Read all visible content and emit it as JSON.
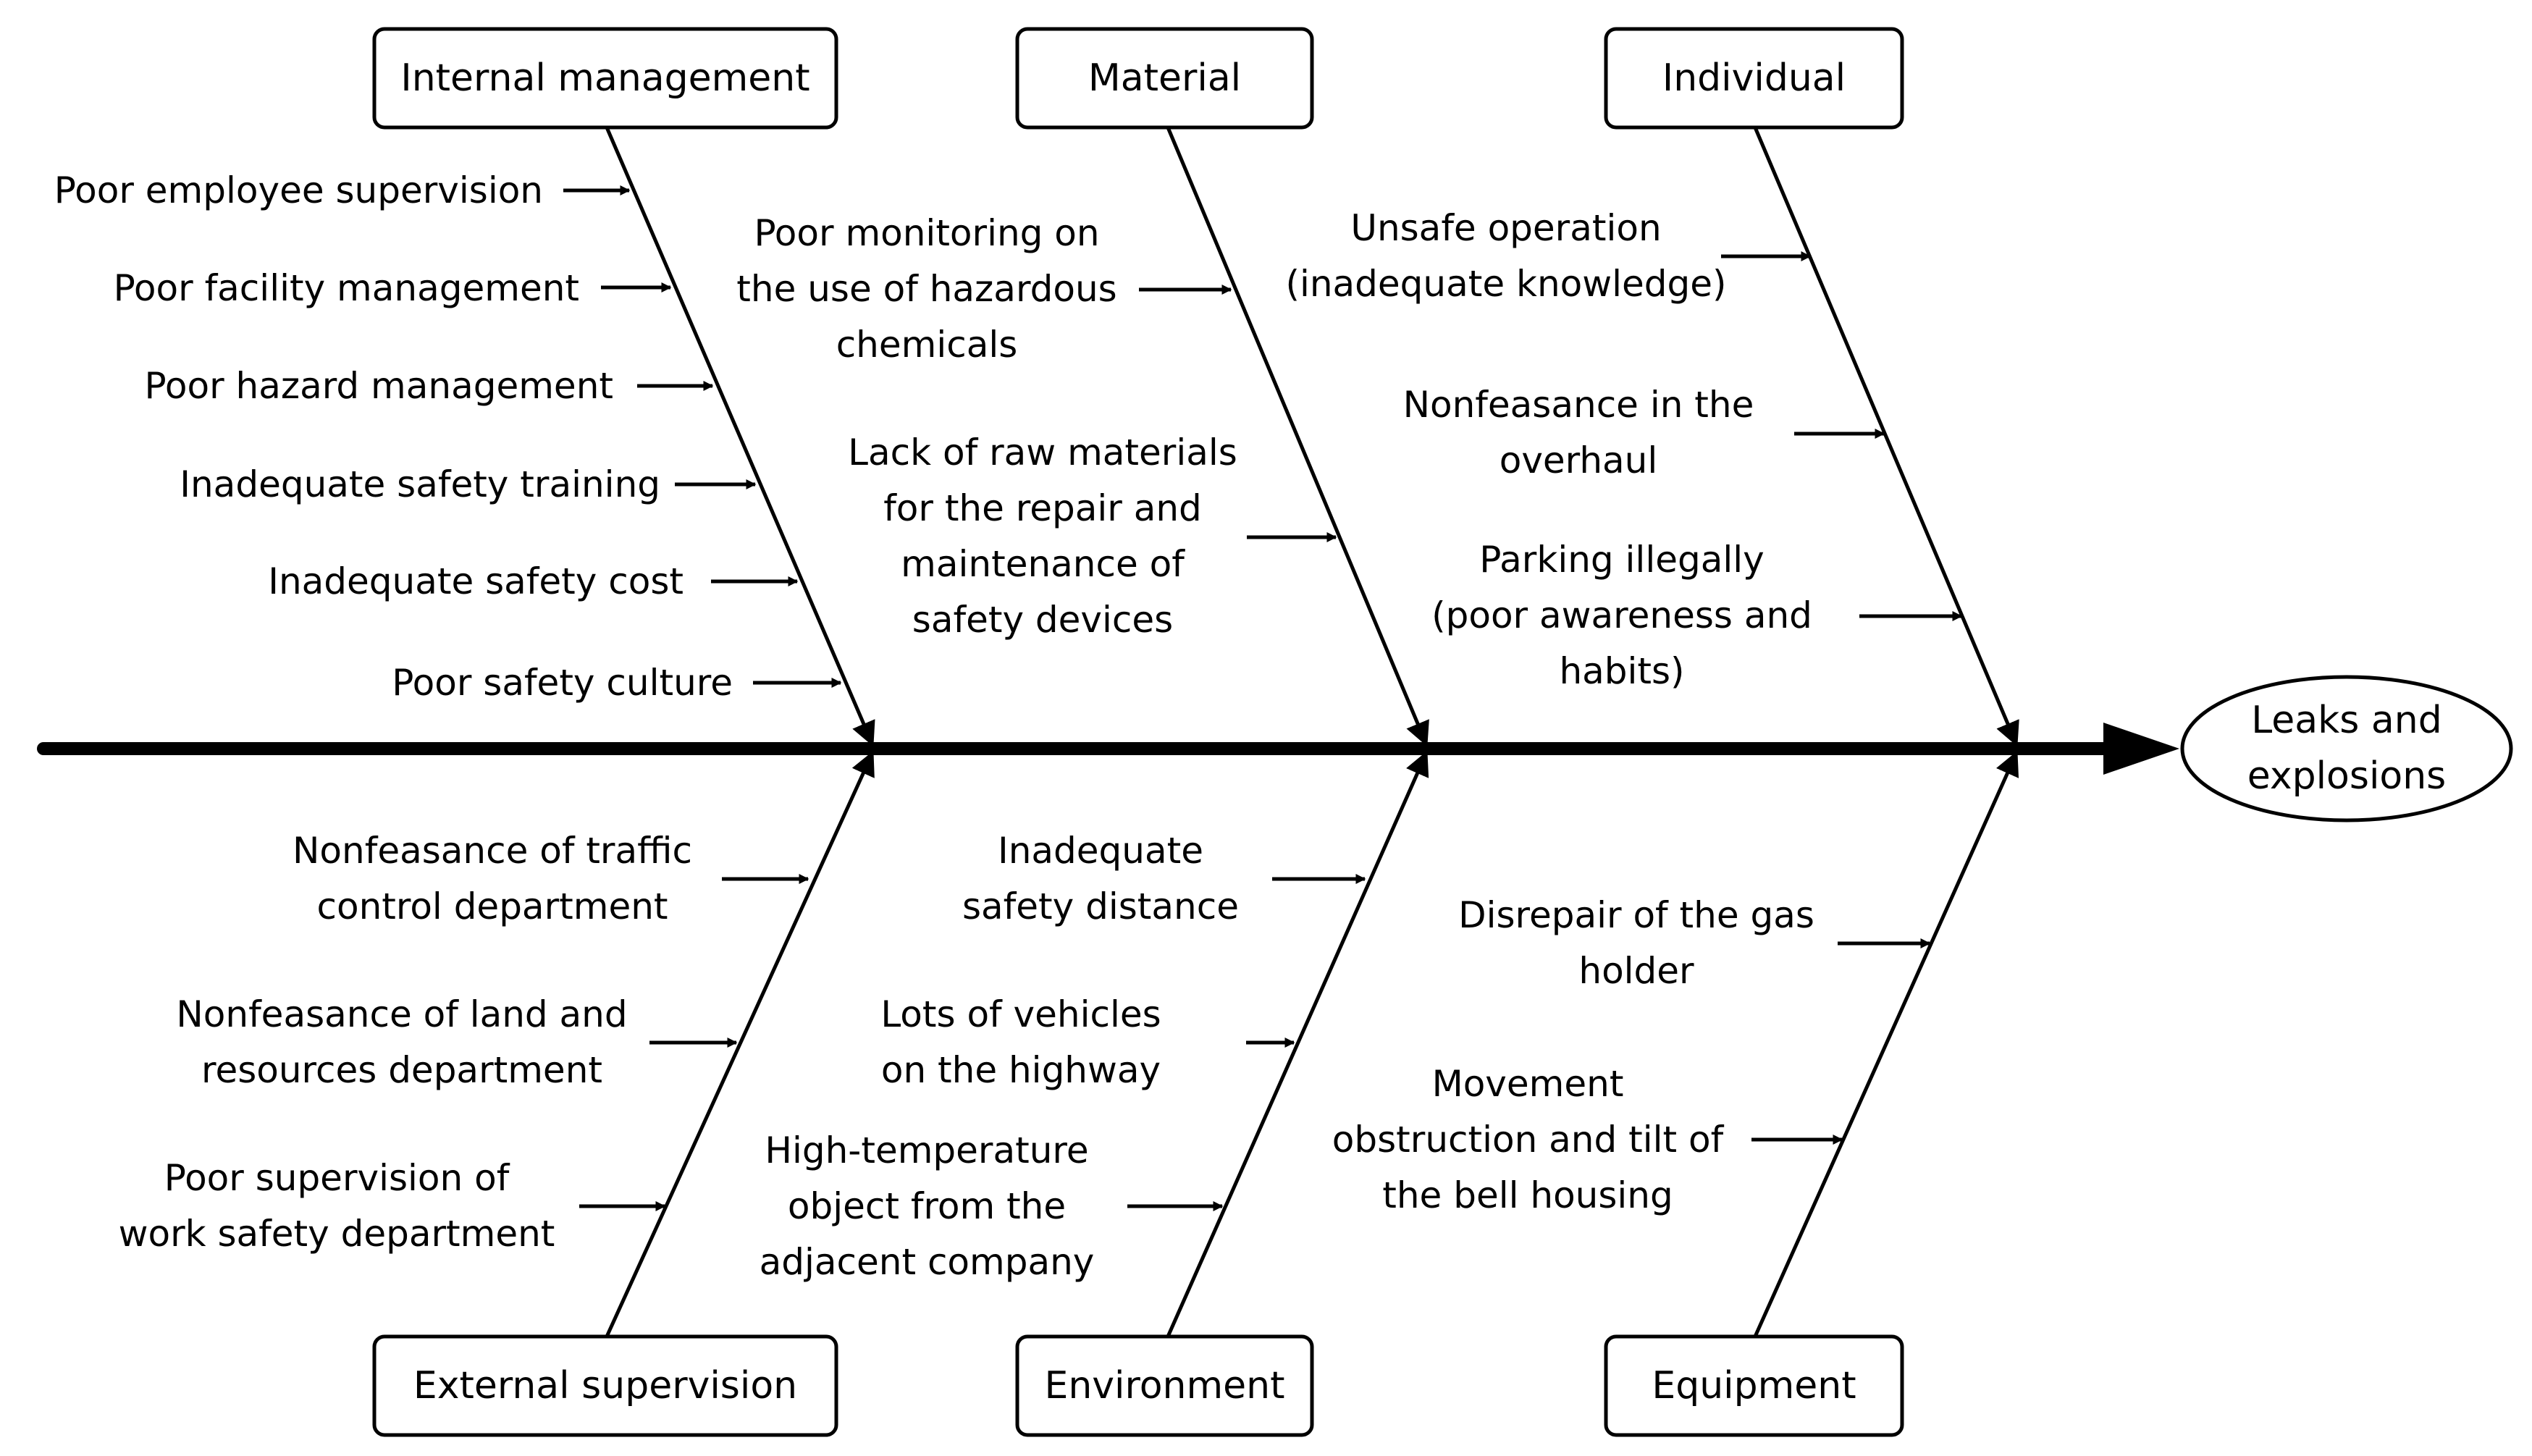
{
  "effect": {
    "line1": "Leaks and",
    "line2": "explosions"
  },
  "categories": {
    "internal_management": "Internal management",
    "material": "Material",
    "individual": "Individual",
    "external_supervision": "External supervision",
    "environment": "Environment",
    "equipment": "Equipment"
  },
  "causes": {
    "internal_management": [
      "Poor employee supervision",
      "Poor facility management",
      "Poor hazard management",
      "Inadequate safety training",
      "Inadequate safety cost",
      "Poor safety culture"
    ],
    "material": [
      [
        "Poor monitoring on",
        "the use of hazardous",
        "chemicals"
      ],
      [
        "Lack of raw materials",
        "for the repair and",
        "maintenance of",
        "safety devices"
      ]
    ],
    "individual": [
      [
        "Unsafe operation",
        "(inadequate knowledge)"
      ],
      [
        "Nonfeasance in the",
        "overhaul"
      ],
      [
        "Parking illegally",
        "(poor awareness and",
        "habits)"
      ]
    ],
    "external_supervision": [
      [
        "Nonfeasance of traffic",
        "control department"
      ],
      [
        "Nonfeasance of land and",
        "resources department"
      ],
      [
        "Poor supervision of",
        "work safety department"
      ]
    ],
    "environment": [
      [
        "Inadequate",
        "safety distance"
      ],
      [
        "Lots of vehicles",
        "on the highway"
      ],
      [
        "High-temperature",
        "object from the",
        "adjacent company"
      ]
    ],
    "equipment": [
      [
        "Disrepair of the gas",
        "holder"
      ],
      [
        "Movement",
        "obstruction and tilt of",
        "the bell housing"
      ]
    ]
  }
}
